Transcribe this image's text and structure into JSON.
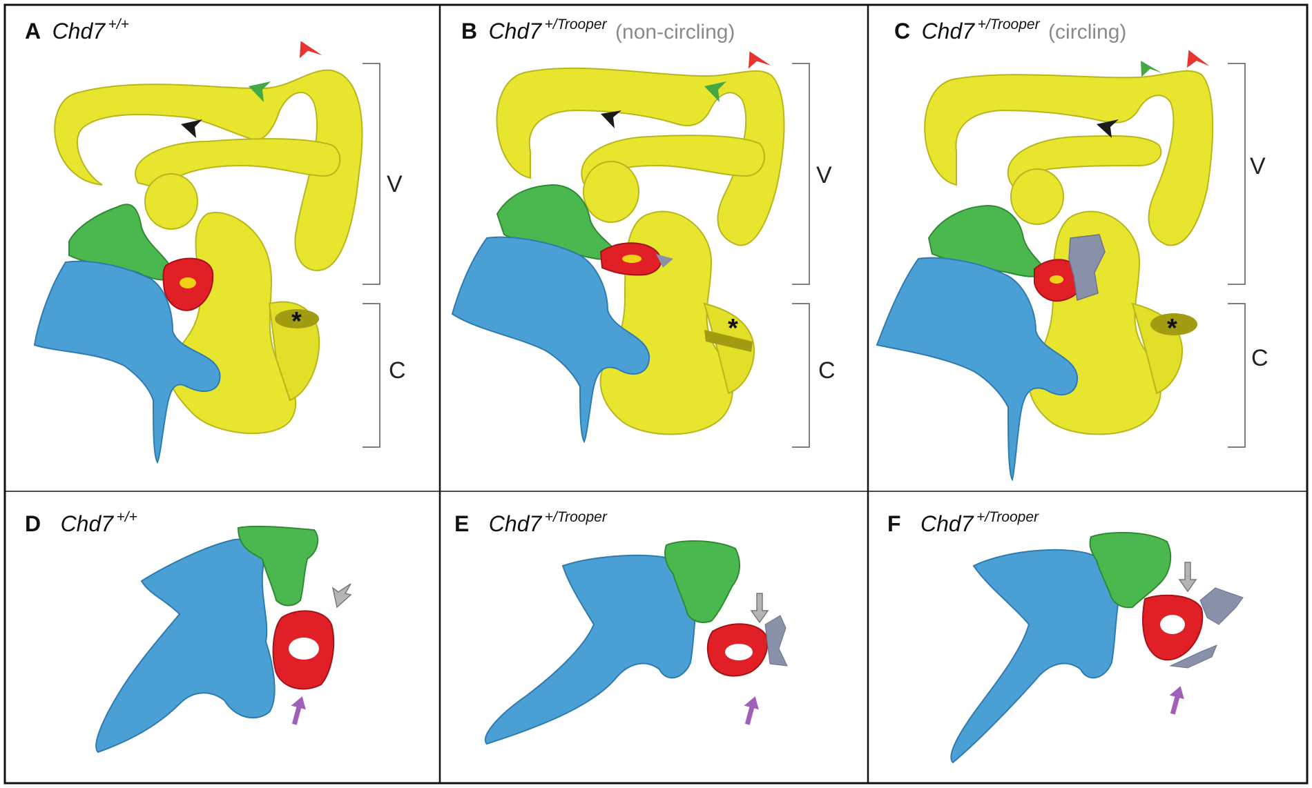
{
  "panels": {
    "A": {
      "letter": "A",
      "genotype": "Chd7",
      "superscript": "+/+",
      "note": ""
    },
    "B": {
      "letter": "B",
      "genotype": "Chd7",
      "superscript": "+/Trooper",
      "note": "(non-circling)"
    },
    "C": {
      "letter": "C",
      "genotype": "Chd7",
      "superscript": "+/Trooper",
      "note": "(circling)"
    },
    "D": {
      "letter": "D",
      "genotype": "Chd7",
      "superscript": "+/+"
    },
    "E": {
      "letter": "E",
      "genotype": "Chd7",
      "superscript": "+/Trooper"
    },
    "F": {
      "letter": "F",
      "genotype": "Chd7",
      "superscript": "+/Trooper"
    }
  },
  "region_labels": {
    "vestibular": "V",
    "cochlear": "C"
  },
  "asterisk": "*",
  "colors": {
    "inner_ear": "#e8e52e",
    "inner_ear_shade": "#b8b61c",
    "cut_surface": "#a19c12",
    "malleus": "#4a9fd4",
    "incus": "#4bb84f",
    "stapes": "#e01f26",
    "stapes_inner": "#f2d218",
    "ectopic_bone": "#8891a8",
    "arrowhead_black": "#1a1a1a",
    "arrowhead_green": "#44a844",
    "arrowhead_red": "#e8332e",
    "arrow_gray": "#b4b4b4",
    "arrow_purple": "#a060b8"
  }
}
